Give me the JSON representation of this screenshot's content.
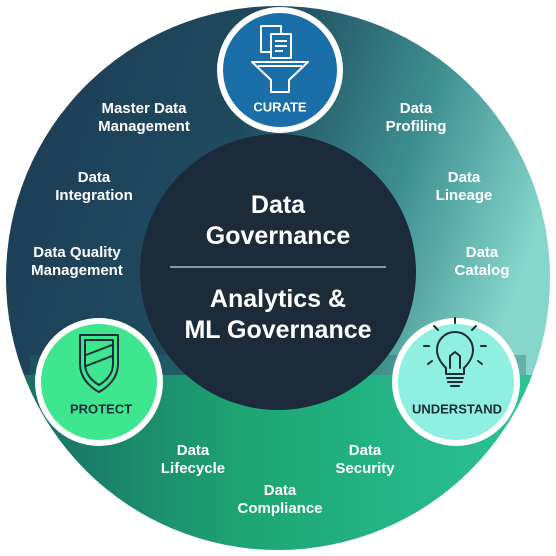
{
  "center": {
    "line1": "Data",
    "line2": "Governance",
    "line3": "Analytics &",
    "line4": "ML Governance"
  },
  "badges": {
    "curate": "CURATE",
    "protect": "PROTECT",
    "understand": "UNDERSTAND"
  },
  "items": {
    "master_data_management": [
      "Master Data",
      "Management"
    ],
    "data_integration": [
      "Data",
      "Integration"
    ],
    "data_quality_management": [
      "Data Quality",
      "Management"
    ],
    "data_profiling": [
      "Data",
      "Profiling"
    ],
    "data_lineage": [
      "Data",
      "Lineage"
    ],
    "data_catalog": [
      "Data",
      "Catalog"
    ],
    "data_security": [
      "Data",
      "Security"
    ],
    "data_compliance": [
      "Data",
      "Compliance"
    ],
    "data_lifecycle": [
      "Data",
      "Lifecycle"
    ]
  },
  "icons": {
    "curate": "funnel-documents-icon",
    "protect": "shield-icon",
    "understand": "lightbulb-icon"
  },
  "colors": {
    "outer_ring_dark": "#1e3a52",
    "outer_ring_teal": "#6ec9bf",
    "outer_ring_green": "#1fb37a",
    "center": "#1c2b3a",
    "curate": "#1a6fa8",
    "protect": "#3ee68f",
    "understand": "#8fefe0"
  }
}
